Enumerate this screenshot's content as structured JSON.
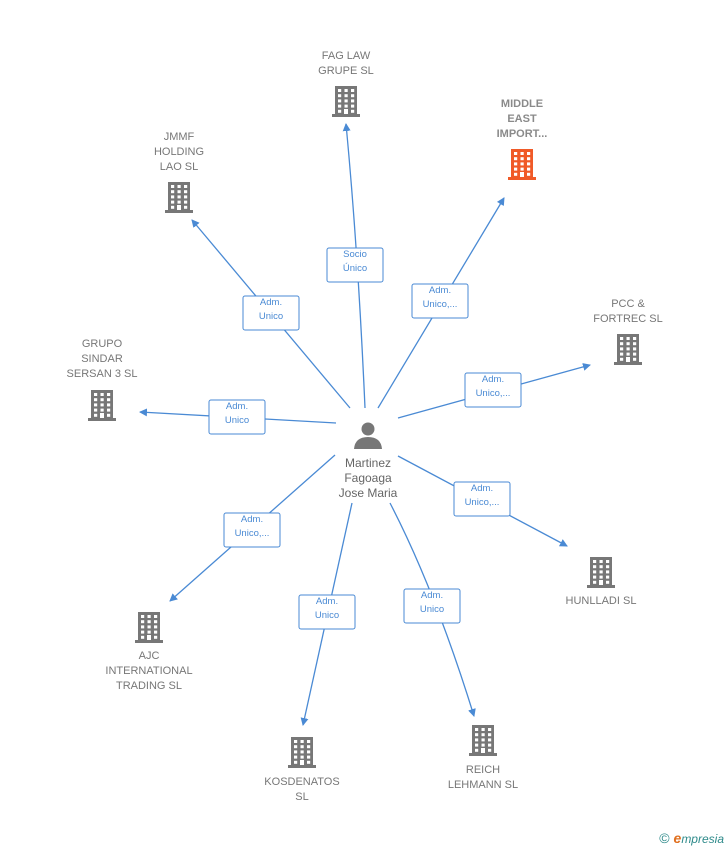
{
  "center": {
    "name_lines": [
      "Martinez",
      "Fagoaga",
      "Jose Maria"
    ],
    "icon": "person-icon",
    "color": "#777777"
  },
  "colors": {
    "edge": "#4a8ad4",
    "building": "#777777",
    "building_highlight": "#f05a28"
  },
  "companies": [
    {
      "id": "fag-law",
      "name_lines": [
        "FAG LAW",
        "GRUPE  SL"
      ],
      "relation_lines": [
        "Socio",
        "Único"
      ],
      "highlight": false
    },
    {
      "id": "middle-east",
      "name_lines": [
        "MIDDLE",
        "EAST",
        "IMPORT..."
      ],
      "relation_lines": [
        "Adm.",
        "Unico,..."
      ],
      "highlight": true
    },
    {
      "id": "jmmf",
      "name_lines": [
        "JMMF",
        "HOLDING",
        "LAO  SL"
      ],
      "relation_lines": [
        "Adm.",
        "Unico"
      ],
      "highlight": false
    },
    {
      "id": "pcc-fortrec",
      "name_lines": [
        "PCC &",
        "FORTREC  SL"
      ],
      "relation_lines": [
        "Adm.",
        "Unico,..."
      ],
      "highlight": false
    },
    {
      "id": "grupo-sindar",
      "name_lines": [
        "GRUPO",
        "SINDAR",
        "SERSAN 3  SL"
      ],
      "relation_lines": [
        "Adm.",
        "Unico"
      ],
      "highlight": false
    },
    {
      "id": "hunlladi",
      "name_lines": [
        "HUNLLADI  SL"
      ],
      "relation_lines": [
        "Adm.",
        "Unico,..."
      ],
      "highlight": false
    },
    {
      "id": "ajc",
      "name_lines": [
        "AJC",
        "INTERNATIONAL",
        "TRADING  SL"
      ],
      "relation_lines": [
        "Adm.",
        "Unico,..."
      ],
      "highlight": false
    },
    {
      "id": "kosdenatos",
      "name_lines": [
        "KOSDENATOS",
        "SL"
      ],
      "relation_lines": [
        "Adm.",
        "Unico"
      ],
      "highlight": false
    },
    {
      "id": "reich-lehmann",
      "name_lines": [
        "REICH",
        "LEHMANN  SL"
      ],
      "relation_lines": [
        "Adm.",
        "Unico"
      ],
      "highlight": false
    }
  ],
  "watermark": {
    "copyright": "©",
    "brand_initial": "e",
    "brand_rest": "mpresia"
  }
}
